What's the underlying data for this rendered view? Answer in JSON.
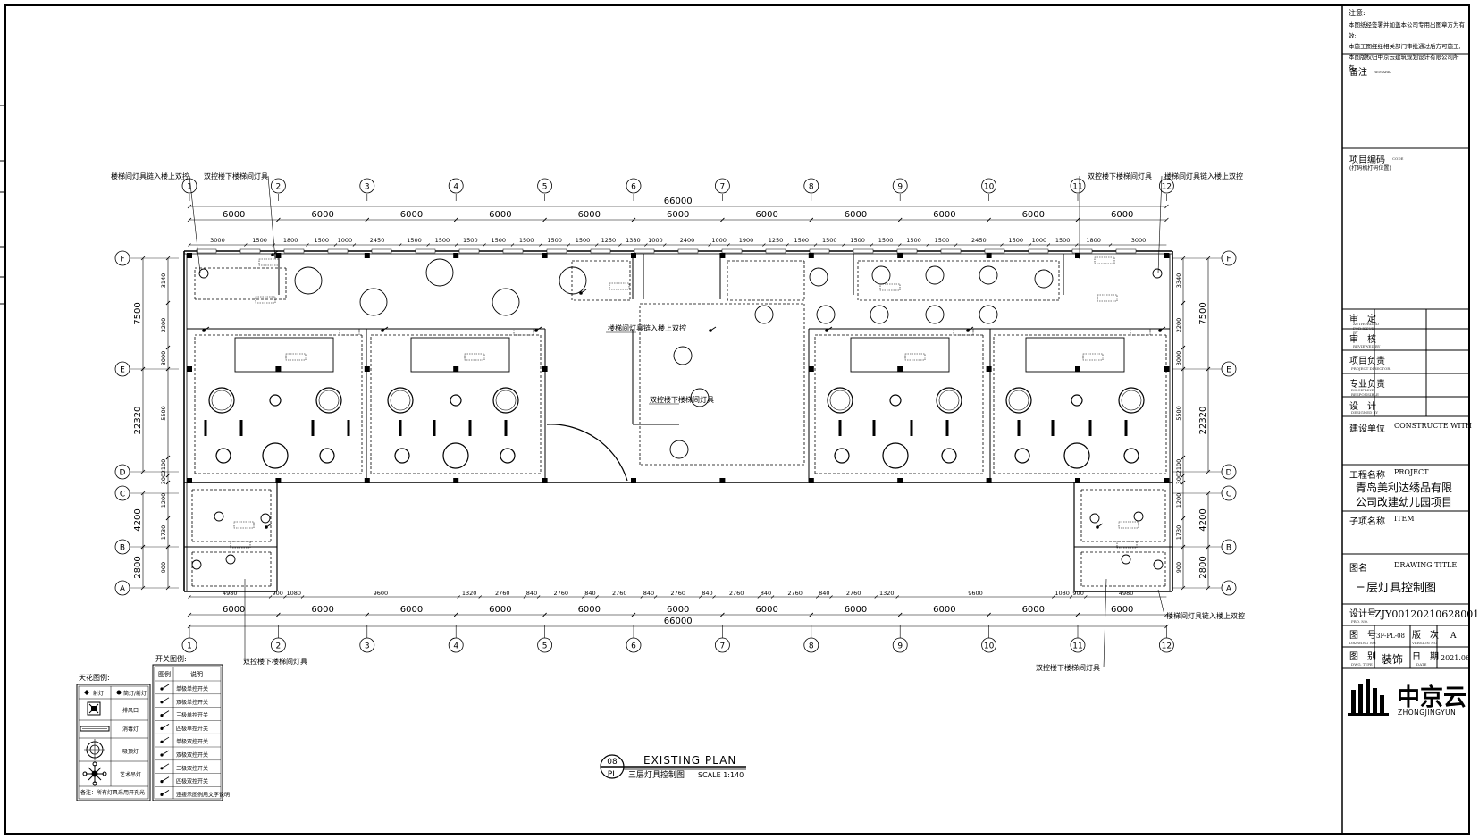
{
  "drawing": {
    "grid_numbers": [
      "1",
      "2",
      "3",
      "4",
      "5",
      "6",
      "7",
      "8",
      "9",
      "10",
      "11",
      "12"
    ],
    "grid_letters": [
      "F",
      "E",
      "D",
      "C",
      "B",
      "A"
    ],
    "overall_dim": "66000",
    "bay_dim": "6000",
    "top_dims": [
      "3000",
      "1500",
      "1800",
      "1500",
      "1000",
      "2450",
      "1500",
      "1500",
      "1500",
      "1500",
      "1500",
      "1500",
      "1500",
      "1250",
      "1380",
      "1000",
      "2400",
      "1000",
      "1900",
      "1250",
      "1500",
      "1500",
      "1500",
      "1500",
      "1500",
      "1500",
      "2450",
      "1500",
      "1000",
      "1500",
      "1800",
      "3000"
    ],
    "bottom_dims": [
      "4980",
      "900",
      "1080",
      "9600",
      "1320",
      "2760",
      "840",
      "2760",
      "840",
      "2760",
      "840",
      "2760",
      "840",
      "2760",
      "840",
      "2760",
      "840",
      "2760",
      "1320",
      "9600",
      "1080",
      "900",
      "4980"
    ],
    "left_dims_outer": [
      "7500",
      "22320",
      "4200",
      "2800"
    ],
    "left_dims_inner": [
      "3140",
      "2200",
      "3000",
      "5500",
      "2100",
      "300",
      "1200",
      "1730",
      "900"
    ],
    "right_dims_outer": [
      "7500",
      "22320",
      "4200",
      "2800"
    ],
    "right_dims_inner": [
      "3340",
      "2200",
      "3000",
      "5500",
      "2100",
      "300",
      "1200",
      "1730",
      "900"
    ],
    "callouts": {
      "c1": "楼梯间灯具链入楼上双控",
      "c2": "双控楼下楼梯间灯具",
      "c3": "双控楼下楼梯间灯具",
      "c4": "楼梯间灯具链入楼上双控",
      "c5": "楼梯间灯具链入楼上双控",
      "c6": "双控楼下楼梯间灯具",
      "c7": "楼梯间灯具链入楼上双控",
      "c8": "双控楼下楼梯间灯具",
      "c9": "双控楼下楼梯间灯具"
    }
  },
  "title_block_plan": {
    "number": "08",
    "code": "PL",
    "title_en": "EXISTING PLAN",
    "title_cn": "三层灯具控制图",
    "scale": "SCALE 1:140"
  },
  "legend_lights": {
    "title": "天花图例:",
    "head": [
      "射灯",
      "筒灯/射灯"
    ],
    "rows": [
      "排风口",
      "消毒灯",
      "吸顶灯",
      "艺术吊灯"
    ],
    "note": "备注：所有灯具采用开孔光"
  },
  "legend_switches": {
    "title": "开关图例:",
    "head": [
      "图例",
      "说明"
    ],
    "rows": [
      "单极单控开关",
      "双极单控开关",
      "三极单控开关",
      "四极单控开关",
      "单极双控开关",
      "双极双控开关",
      "三极双控开关",
      "四极双控开关",
      "连接示图例用文字说明"
    ]
  },
  "sidebar": {
    "notes_title": "注意:",
    "notes": [
      "本图纸经签署并加盖本公司专用出图章方为有效;",
      "本施工图经经相关部门审批通过后方可施工;",
      "本图版权归中京云建筑规划设计有限公司所有。"
    ],
    "remark_label": "备注",
    "remark_en": "REMARK",
    "project_code_label": "项目编码",
    "project_code_en": "CODE",
    "project_code_sub": "(打码机打码位置)",
    "sign_rows": [
      {
        "label": "审　定",
        "en": "AUTHORIZED FOR ISSUE BY"
      },
      {
        "label": "审　核",
        "en": "REVIEWED BY"
      },
      {
        "label": "项目负责",
        "en": "PROJECT DIRECTOR"
      },
      {
        "label": "专业负责",
        "en": "DISCIPLINE RESPONSIBLE"
      },
      {
        "label": "设　计",
        "en": "DESIGNED BY"
      }
    ],
    "client_label": "建设单位",
    "client_en": "CONSTRUCTE WITH",
    "project_label": "工程名称",
    "project_en": "PROJECT",
    "project_line1": "青岛美利达绣品有限",
    "project_line2": "公司改建幼儿园项目",
    "item_label": "子项名称",
    "item_en": "ITEM",
    "drawing_title_label": "图名",
    "drawing_title_en": "DRAWING TITLE",
    "drawing_title": "三层灯具控制图",
    "design_no_label": "设计号",
    "design_no_en": "PRO. NO.",
    "design_no": "ZJY00120210628001",
    "drawing_no_label": "图　号",
    "drawing_no_en": "DRAWING NO.",
    "drawing_no": "3F-PL-08",
    "version_label": "版　次",
    "version_en": "VERSION NO.",
    "version": "A",
    "category_label": "图　别",
    "category_en": "DWG. TYPE",
    "category": "装饰",
    "date_label": "日　期",
    "date_en": "DATE",
    "date": "2021.06",
    "logo_cn": "中京云",
    "logo_en": "ZHONGJINGYUN"
  }
}
